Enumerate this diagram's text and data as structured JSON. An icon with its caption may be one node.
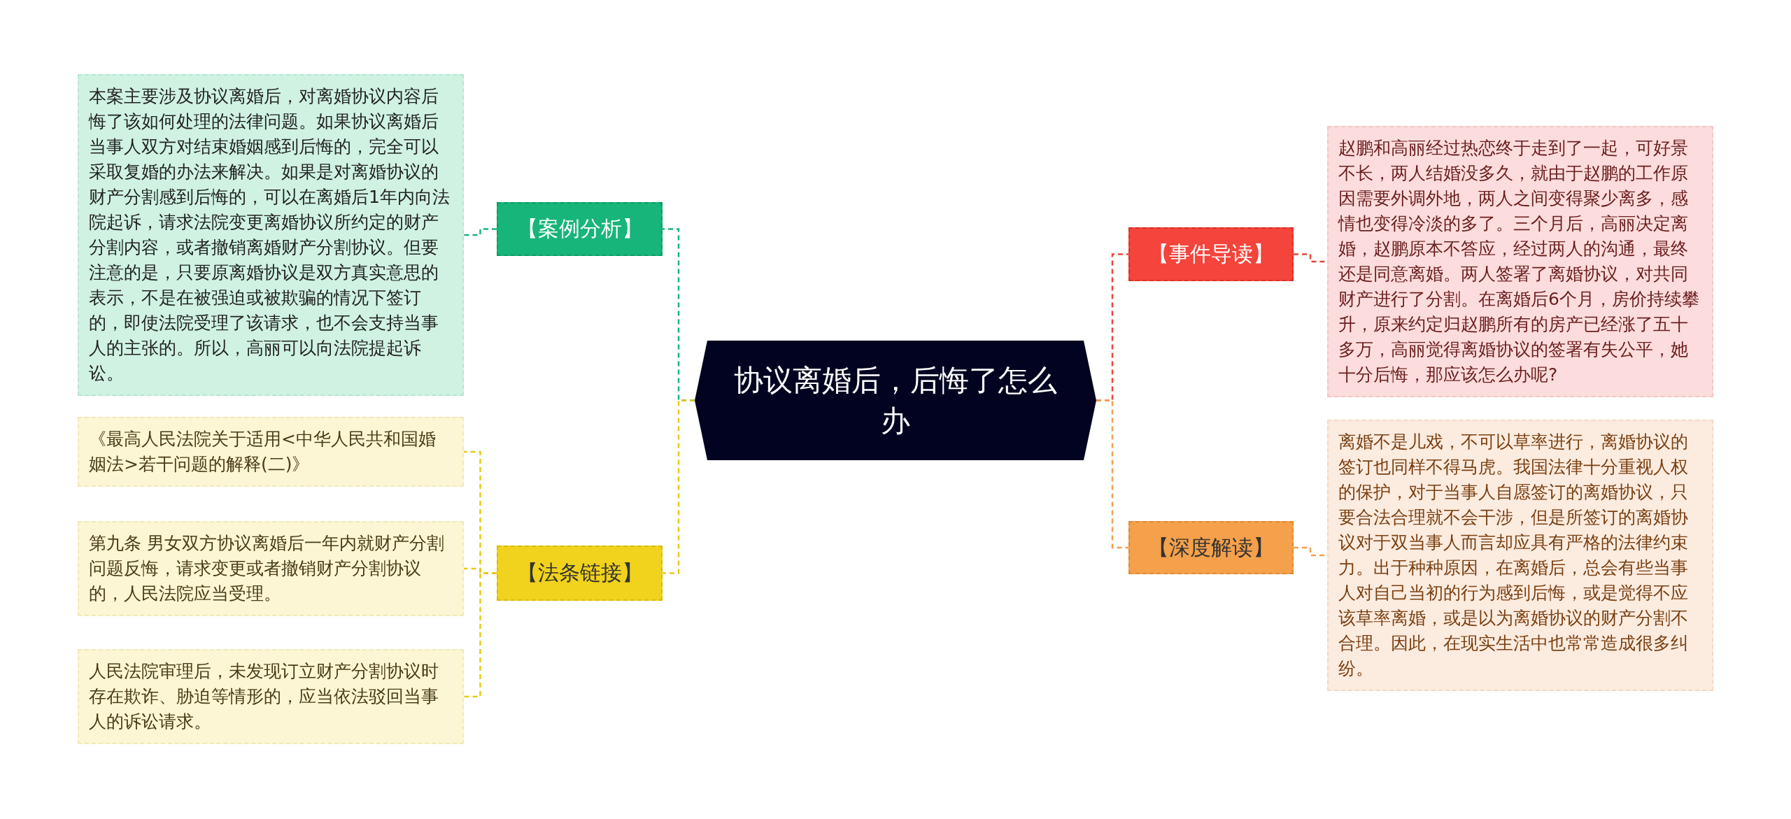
{
  "diagram": {
    "nodes": [
      {
        "text": [
          "协议离婚后，后悔了怎么办"
        ]
      },
      {
        "text": [
          "【案例分析】"
        ]
      },
      {
        "text": [
          "本案主要涉及协议离婚后，对离婚协议内容后悔了该如何处理的法律问题。如果协议离婚后当事人双方对结束婚姻感到后悔的，完全可以采取复婚的办法来解决。如果是对离婚协议的财产分割感到后悔的，可以在离婚后1年内向法院起诉，请求法院变更离婚协议所约定的财产分割内容，或者撤销离婚财产分割协议。但要注意的是，只要原离婚协议是双方真实意思的表示，不是在被强迫或被欺骗的情况下签订的，即使法院受理了该请求，也不会支持当事人的主张的。所以，高丽可以向法院提起诉讼。"
        ]
      },
      {
        "text": [
          "【法条链接】"
        ]
      },
      {
        "text": [
          "《最高人民法院关于适用<中华人民共和国婚姻法>若干问题的解释(二)》"
        ]
      },
      {
        "text": [
          "第九条 男女双方协议离婚后一年内就财产分割问题反悔，请求变更或者撤销财产分割协议的，人民法院应当受理。"
        ]
      },
      {
        "text": [
          "人民法院审理后，未发现订立财产分割协议时存在欺诈、胁迫等情形的，应当依法驳回当事人的诉讼请求。"
        ]
      },
      {
        "text": [
          "【事件导读】"
        ]
      },
      {
        "text": [
          "赵鹏和高丽经过热恋终于走到了一起，可好景不长，两人结婚没多久，就由于赵鹏的工作原因需要外调外地，两人之间变得聚少离多，感情也变得冷淡的多了。三个月后，高丽决定离婚，赵鹏原本不答应，经过两人的沟通，最终还是同意离婚。两人签署了离婚协议，对共同财产进行了分割。在离婚后6个月，房价持续攀升，原来约定归赵鹏所有的房产已经涨了五十多万，高丽觉得离婚协议的签署有失公平，她十分后悔，那应该怎么办呢?"
        ]
      },
      {
        "text": [
          "【深度解读】"
        ]
      },
      {
        "text": [
          "离婚不是儿戏，不可以草率进行，离婚协议的签订也同样不得马虎。我国法律十分重视人权的保护，对于当事人自愿签订的离婚协议，只要合法合理就不会干涉，但是所签订的离婚协议对于双当事人而言却应具有严格的法律约束力。出于种种原因，在离婚后，总会有些当事人对自己当初的行为感到后悔，或是觉得不应该草率离婚，或是以为离婚协议的财产分割不合理。因此，在现实生活中也常常造成很多纠纷。"
        ]
      }
    ],
    "edges": [
      {
        "from": 0,
        "to": 1,
        "arrow": "none",
        "style": "dashed",
        "color": "#17b57a"
      },
      {
        "from": 1,
        "to": 2,
        "arrow": "none",
        "style": "dashed",
        "color": "#17b57a"
      },
      {
        "from": 0,
        "to": 3,
        "arrow": "none",
        "style": "dashed",
        "color": "#e8c81c"
      },
      {
        "from": 3,
        "to": 4,
        "arrow": "none",
        "style": "dashed",
        "color": "#e8c81c"
      },
      {
        "from": 3,
        "to": 5,
        "arrow": "none",
        "style": "dashed",
        "color": "#e8c81c"
      },
      {
        "from": 3,
        "to": 6,
        "arrow": "none",
        "style": "dashed",
        "color": "#e8c81c"
      },
      {
        "from": 0,
        "to": 7,
        "arrow": "none",
        "style": "dashed",
        "color": "#e8453c"
      },
      {
        "from": 7,
        "to": 8,
        "arrow": "none",
        "style": "dashed",
        "color": "#e8453c"
      },
      {
        "from": 0,
        "to": 9,
        "arrow": "none",
        "style": "dashed",
        "color": "#f0a050"
      },
      {
        "from": 9,
        "to": 10,
        "arrow": "none",
        "style": "dashed",
        "color": "#f0a050"
      }
    ]
  }
}
